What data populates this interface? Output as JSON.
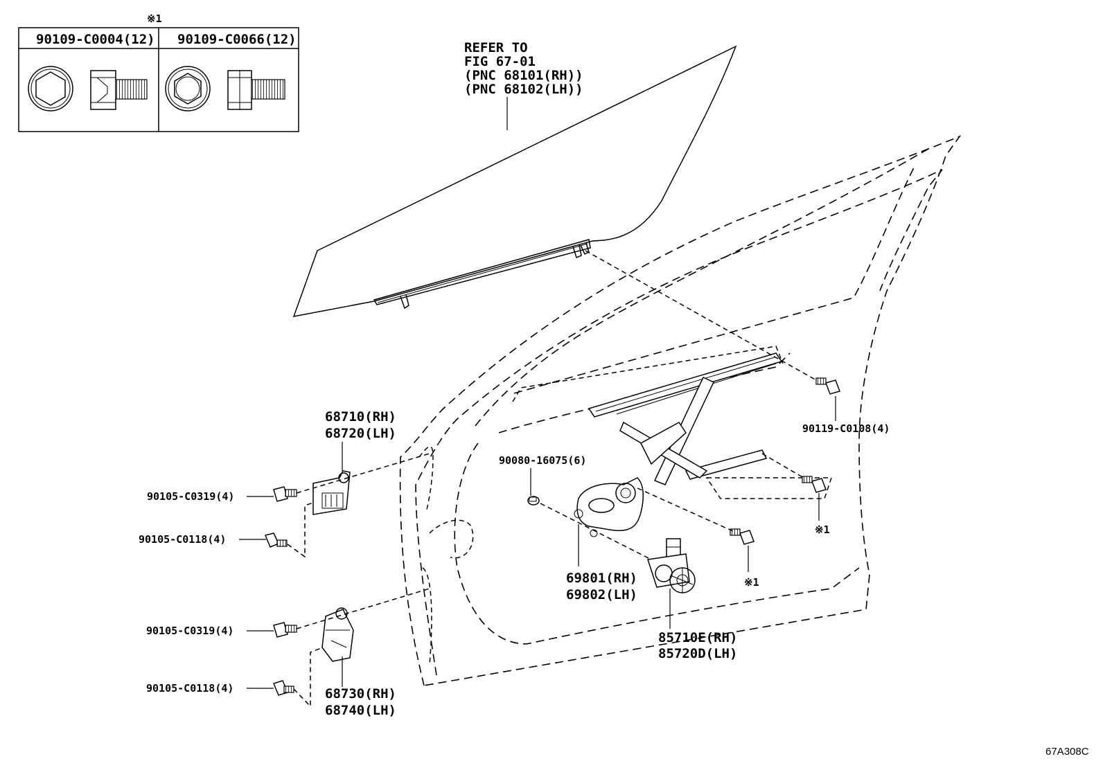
{
  "legend_box": {
    "marker": "※1",
    "bolts": [
      {
        "part_no": "90109-C0004(12)"
      },
      {
        "part_no": "90109-C0066(12)"
      }
    ]
  },
  "glass_callout": {
    "lines": [
      "REFER TO",
      "FIG 67-01",
      "(PNC 68101(RH))",
      "(PNC 68102(LH))"
    ]
  },
  "labels": {
    "upper_hinge_rh": "68710(RH)",
    "upper_hinge_lh": "68720(LH)",
    "bolt_upper_1": "90105-C0319(4)",
    "bolt_upper_2": "90105-C0118(4)",
    "bolt_lower_1": "90105-C0319(4)",
    "bolt_lower_2": "90105-C0118(4)",
    "lower_hinge_rh": "68730(RH)",
    "lower_hinge_lh": "68740(LH)",
    "regulator_rh": "69801(RH)",
    "regulator_lh": "69802(LH)",
    "motor_rh": "85710E(RH)",
    "motor_lh": "85720D(LH)",
    "rivet": "90080-16075(6)",
    "regulator_bolt": "90119-C0108(4)",
    "ref_mark_1": "※1",
    "ref_mark_2": "※1"
  },
  "figure_code": "67A308C"
}
